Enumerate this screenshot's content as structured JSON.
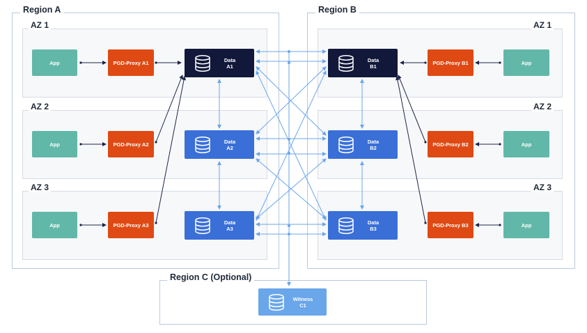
{
  "regions": {
    "a": "Region A",
    "b": "Region B",
    "c": "Region C (Optional)"
  },
  "azs": {
    "a1": "AZ 1",
    "a2": "AZ 2",
    "a3": "AZ 3",
    "b1": "AZ 1",
    "b2": "AZ 2",
    "b3": "AZ 3"
  },
  "apps": {
    "a1": "App",
    "a2": "App",
    "a3": "App",
    "b1": "App",
    "b2": "App",
    "b3": "App"
  },
  "proxies": {
    "a1": "PGD-Proxy A1",
    "a2": "PGD-Proxy A2",
    "a3": "PGD-Proxy A3",
    "b1": "PGD-Proxy B1",
    "b2": "PGD-Proxy B2",
    "b3": "PGD-Proxy B3"
  },
  "data_nodes": {
    "a1": {
      "l1": "Data",
      "l2": "A1"
    },
    "a2": {
      "l1": "Data",
      "l2": "A2"
    },
    "a3": {
      "l1": "Data",
      "l2": "A3"
    },
    "b1": {
      "l1": "Data",
      "l2": "B1"
    },
    "b2": {
      "l1": "Data",
      "l2": "B2"
    },
    "b3": {
      "l1": "Data",
      "l2": "B3"
    }
  },
  "witness": {
    "l1": "Witness",
    "l2": "C1"
  },
  "colors": {
    "app": "#62b8a8",
    "proxy": "#df4a14",
    "data_write_leader": "#11183a",
    "data": "#3a6fd8",
    "witness": "#6aa6ea",
    "replication_line": "#6aa6ea",
    "proxy_line": "#1d2447"
  },
  "icons": {
    "database": "database-icon"
  }
}
